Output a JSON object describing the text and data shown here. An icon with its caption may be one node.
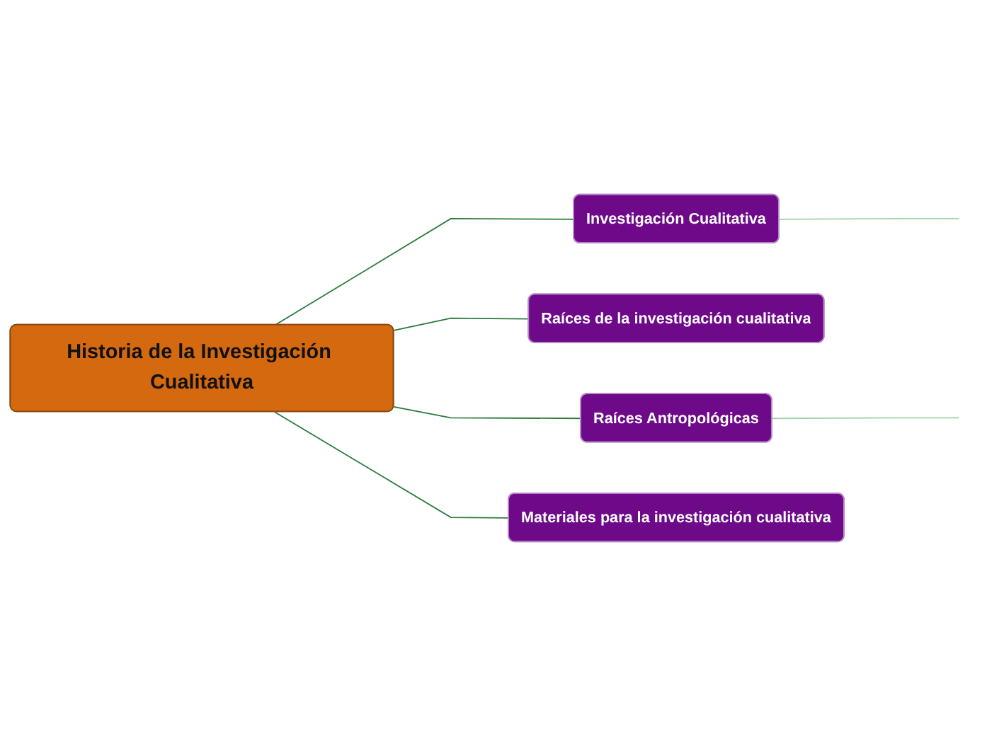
{
  "diagram": {
    "nodes": [
      {
        "text": [
          "Historia de la Investigación Cualitativa"
        ]
      },
      {
        "text": [
          "Investigación Cualitativa"
        ]
      },
      {
        "text": [
          "Raíces de la investigación cualitativa"
        ]
      },
      {
        "text": [
          "Raíces Antropológicas"
        ]
      },
      {
        "text": [
          "Materiales para la investigación cualitativa"
        ]
      }
    ],
    "edges": [
      {
        "from": 0,
        "to": 1,
        "arrow": "none"
      },
      {
        "from": 0,
        "to": 2,
        "arrow": "none"
      },
      {
        "from": 0,
        "to": 3,
        "arrow": "none"
      },
      {
        "from": 0,
        "to": 4,
        "arrow": "none"
      },
      {
        "from": 1,
        "to": null,
        "arrow": "none",
        "color": "#9fd3a9"
      },
      {
        "from": 3,
        "to": null,
        "arrow": "none",
        "color": "#9fd3a9"
      }
    ]
  }
}
